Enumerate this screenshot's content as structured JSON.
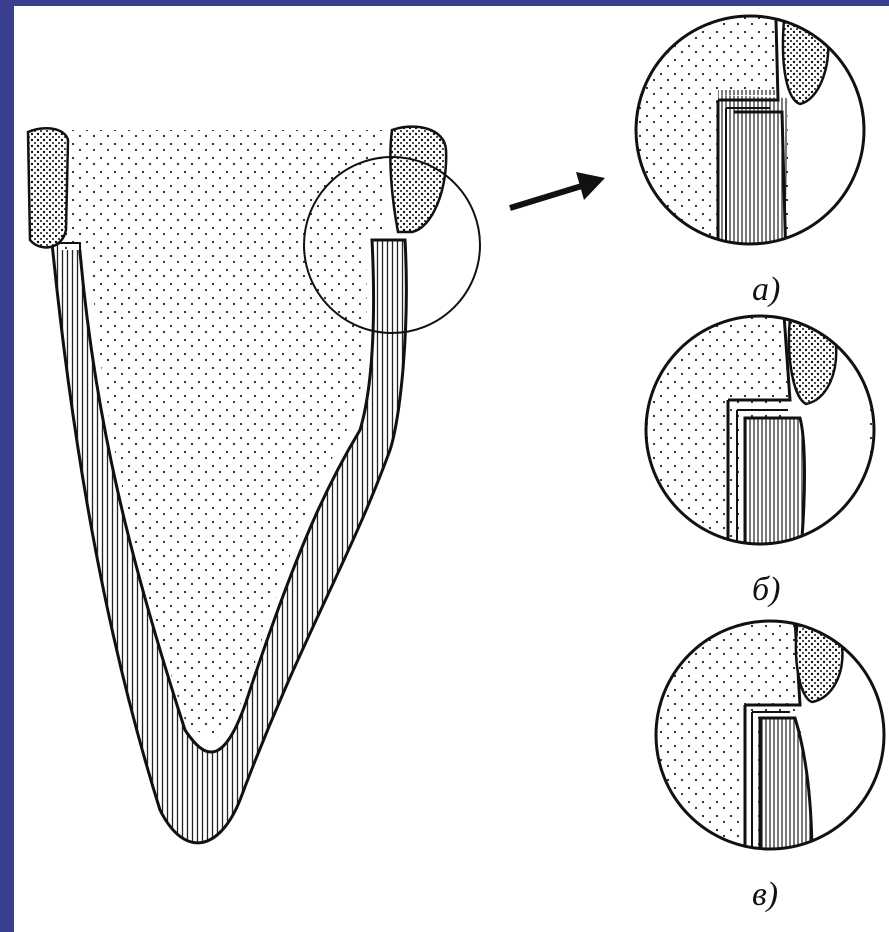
{
  "figure": {
    "detail_labels": [
      "а)",
      "б)",
      "в)"
    ],
    "colors": {
      "frame_accent": "#3a3f8f",
      "ink": "#111111",
      "paper": "#ffffff"
    },
    "icons": {
      "arrow": "arrow-right-icon"
    }
  }
}
